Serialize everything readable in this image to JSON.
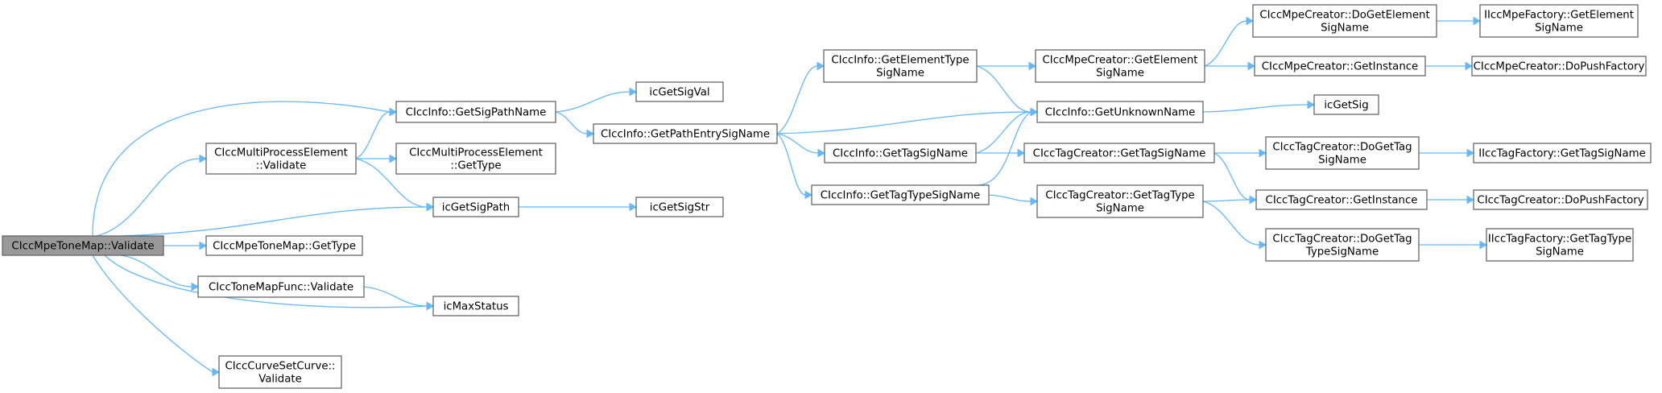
{
  "nodes": [
    {
      "id": "root",
      "lines": [
        "CIccMpeToneMap::Validate"
      ],
      "root": true
    },
    {
      "id": "getSigPathName",
      "lines": [
        "CIccInfo::GetSigPathName"
      ]
    },
    {
      "id": "mpeValidate",
      "lines": [
        "CIccMultiProcessElement",
        "::Validate"
      ]
    },
    {
      "id": "icGetSigPath",
      "lines": [
        "icGetSigPath"
      ]
    },
    {
      "id": "toneMapGetType",
      "lines": [
        "CIccMpeToneMap::GetType"
      ]
    },
    {
      "id": "toneMapFuncValidate",
      "lines": [
        "CIccToneMapFunc::Validate"
      ]
    },
    {
      "id": "icMaxStatus",
      "lines": [
        "icMaxStatus"
      ]
    },
    {
      "id": "curveSetValidate",
      "lines": [
        "CIccCurveSetCurve::",
        "Validate"
      ]
    },
    {
      "id": "icGetSigVal",
      "lines": [
        "icGetSigVal"
      ]
    },
    {
      "id": "getPathEntrySigName",
      "lines": [
        "CIccInfo::GetPathEntrySigName"
      ]
    },
    {
      "id": "mpeGetType",
      "lines": [
        "CIccMultiProcessElement",
        "::GetType"
      ]
    },
    {
      "id": "icGetSigStr",
      "lines": [
        "icGetSigStr"
      ]
    },
    {
      "id": "getElementTypeSigName",
      "lines": [
        "CIccInfo::GetElementType",
        "SigName"
      ]
    },
    {
      "id": "getTagSigName",
      "lines": [
        "CIccInfo::GetTagSigName"
      ]
    },
    {
      "id": "getTagTypeSigName",
      "lines": [
        "CIccInfo::GetTagTypeSigName"
      ]
    },
    {
      "id": "getUnknownName",
      "lines": [
        "CIccInfo::GetUnknownName"
      ]
    },
    {
      "id": "mpeCreatorGetElementSigName",
      "lines": [
        "CIccMpeCreator::GetElement",
        "SigName"
      ]
    },
    {
      "id": "tagCreatorGetTagSigName",
      "lines": [
        "CIccTagCreator::GetTagSigName"
      ]
    },
    {
      "id": "tagCreatorGetTagTypeSigName",
      "lines": [
        "CIccTagCreator::GetTagType",
        "SigName"
      ]
    },
    {
      "id": "mpeCreatorDoGetElementSigName",
      "lines": [
        "CIccMpeCreator::DoGetElement",
        "SigName"
      ]
    },
    {
      "id": "mpeCreatorGetInstance",
      "lines": [
        "CIccMpeCreator::GetInstance"
      ]
    },
    {
      "id": "icGetSig",
      "lines": [
        "icGetSig"
      ]
    },
    {
      "id": "tagCreatorDoGetTagSigName",
      "lines": [
        "CIccTagCreator::DoGetTag",
        "SigName"
      ]
    },
    {
      "id": "tagCreatorGetInstance",
      "lines": [
        "CIccTagCreator::GetInstance"
      ]
    },
    {
      "id": "tagCreatorDoGetTagTypeSigName",
      "lines": [
        "CIccTagCreator::DoGetTag",
        "TypeSigName"
      ]
    },
    {
      "id": "mpeFactoryGetElementSigName",
      "lines": [
        "IIccMpeFactory::GetElement",
        "SigName"
      ]
    },
    {
      "id": "mpeCreatorDoPushFactory",
      "lines": [
        "CIccMpeCreator::DoPushFactory"
      ]
    },
    {
      "id": "tagFactoryGetTagSigName",
      "lines": [
        "IIccTagFactory::GetTagSigName"
      ]
    },
    {
      "id": "tagCreatorDoPushFactory",
      "lines": [
        "CIccTagCreator::DoPushFactory"
      ]
    },
    {
      "id": "tagFactoryGetTagTypeSigName",
      "lines": [
        "IIccTagFactory::GetTagType",
        "SigName"
      ]
    }
  ],
  "edges": [
    [
      "root",
      "getSigPathName"
    ],
    [
      "root",
      "mpeValidate"
    ],
    [
      "root",
      "icGetSigPath"
    ],
    [
      "root",
      "toneMapGetType"
    ],
    [
      "root",
      "toneMapFuncValidate"
    ],
    [
      "root",
      "icMaxStatus"
    ],
    [
      "root",
      "curveSetValidate"
    ],
    [
      "getSigPathName",
      "icGetSigVal"
    ],
    [
      "getSigPathName",
      "getPathEntrySigName"
    ],
    [
      "mpeValidate",
      "getSigPathName"
    ],
    [
      "mpeValidate",
      "mpeGetType"
    ],
    [
      "mpeValidate",
      "icGetSigPath"
    ],
    [
      "icGetSigPath",
      "icGetSigStr"
    ],
    [
      "toneMapFuncValidate",
      "icMaxStatus"
    ],
    [
      "getPathEntrySigName",
      "getElementTypeSigName"
    ],
    [
      "getPathEntrySigName",
      "getUnknownName"
    ],
    [
      "getPathEntrySigName",
      "getTagSigName"
    ],
    [
      "getPathEntrySigName",
      "getTagTypeSigName"
    ],
    [
      "getElementTypeSigName",
      "mpeCreatorGetElementSigName"
    ],
    [
      "getElementTypeSigName",
      "getUnknownName"
    ],
    [
      "getTagSigName",
      "getUnknownName"
    ],
    [
      "getTagSigName",
      "tagCreatorGetTagSigName"
    ],
    [
      "getTagTypeSigName",
      "getUnknownName"
    ],
    [
      "getTagTypeSigName",
      "tagCreatorGetTagTypeSigName"
    ],
    [
      "mpeCreatorGetElementSigName",
      "mpeCreatorDoGetElementSigName"
    ],
    [
      "mpeCreatorGetElementSigName",
      "mpeCreatorGetInstance"
    ],
    [
      "getUnknownName",
      "icGetSig"
    ],
    [
      "tagCreatorGetTagSigName",
      "tagCreatorDoGetTagSigName"
    ],
    [
      "tagCreatorGetTagSigName",
      "tagCreatorGetInstance"
    ],
    [
      "tagCreatorGetTagTypeSigName",
      "tagCreatorGetInstance"
    ],
    [
      "tagCreatorGetTagTypeSigName",
      "tagCreatorDoGetTagTypeSigName"
    ],
    [
      "mpeCreatorDoGetElementSigName",
      "mpeFactoryGetElementSigName"
    ],
    [
      "mpeCreatorGetInstance",
      "mpeCreatorDoPushFactory"
    ],
    [
      "tagCreatorDoGetTagSigName",
      "tagFactoryGetTagSigName"
    ],
    [
      "tagCreatorGetInstance",
      "tagCreatorDoPushFactory"
    ],
    [
      "tagCreatorDoGetTagTypeSigName",
      "tagFactoryGetTagTypeSigName"
    ]
  ],
  "colors": {
    "edge": "#63b8ff",
    "node_border": "#666666",
    "root_fill": "#999999",
    "node_fill": "#ffffff"
  }
}
